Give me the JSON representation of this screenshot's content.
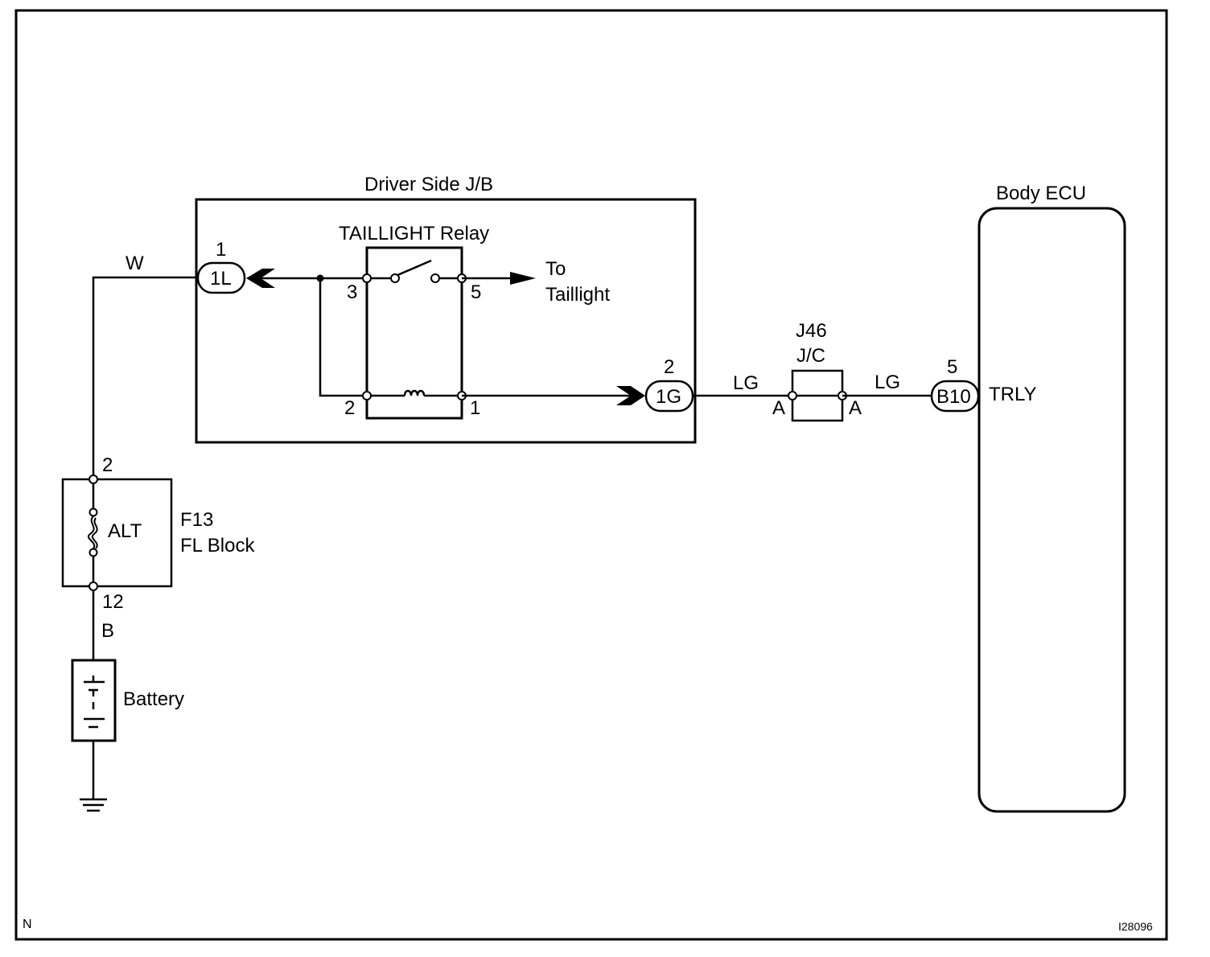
{
  "junction_block": {
    "title": "Driver Side J/B",
    "relay_title": "TAILLIGHT Relay",
    "connector_in": "1L",
    "connector_in_pin": "1",
    "connector_out": "1G",
    "connector_out_pin": "2",
    "relay_pins": {
      "p3": "3",
      "p5": "5",
      "p2": "2",
      "p1": "1"
    },
    "to_line1": "To",
    "to_line2": "Taillight"
  },
  "wires": {
    "w_feed": "W",
    "lg_left": "LG",
    "lg_right": "LG",
    "b_battery": "B"
  },
  "junction_connector": {
    "id": "J46",
    "type": "J/C",
    "pin_left": "A",
    "pin_right": "A"
  },
  "ecu": {
    "title": "Body ECU",
    "connector": "B10",
    "pin": "5",
    "terminal": "TRLY"
  },
  "fuse_block": {
    "id": "F13",
    "name": "FL Block",
    "fuse": "ALT",
    "pin_top": "2",
    "pin_bottom": "12"
  },
  "battery": {
    "label": "Battery"
  },
  "footer": {
    "left_code": "N",
    "image_code": "I28096"
  }
}
